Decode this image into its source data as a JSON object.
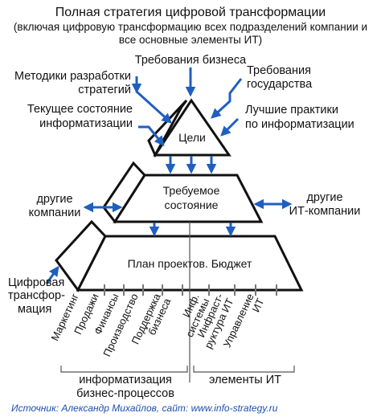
{
  "title": {
    "line1": "Полная стратегия цифровой трансформации",
    "line2": "(включая цифровую трансформацию всех подразделений компании и",
    "line3": "все основные элементы ИТ)"
  },
  "inputs": {
    "business_req": "Требования бизнеса",
    "methods_1": "Методики разработки",
    "methods_2": "стратегий",
    "gov_1": "Требования",
    "gov_2": "государства",
    "current_1": "Текущее состояние",
    "current_2": "информатизации",
    "best_1": "Лучшие практики",
    "best_2": "по информатизации"
  },
  "pyramid": {
    "goals": "Цели",
    "target_1": "Требуемое",
    "target_2": "состояние",
    "plan": "План проектов. Бюджет"
  },
  "sides": {
    "other_companies_1": "другие",
    "other_companies_2": "компании",
    "other_it_1": "другие",
    "other_it_2": "ИТ-компании",
    "digital_1": "Цифровая",
    "digital_2": "трансфор-",
    "digital_3": "мация"
  },
  "columns": {
    "business": [
      [
        "Маркетинг"
      ],
      [
        "Продажи"
      ],
      [
        "Финансы"
      ],
      [
        "Производство"
      ],
      [
        "Поддержка",
        "бизнеса"
      ]
    ],
    "it": [
      [
        "Инф.",
        "системы"
      ],
      [
        "Инфраст-",
        "руктура ИТ"
      ],
      [
        "Управление",
        "ИТ"
      ]
    ]
  },
  "groups": {
    "business_1": "информатизация",
    "business_2": "бизнес-процессов",
    "it": "элементы ИТ"
  },
  "source": "Источник: Александр Михайлов, сайт: www.info-strategy.ru",
  "colors": {
    "arrow": "#1f5fbf",
    "outline": "#111111"
  }
}
